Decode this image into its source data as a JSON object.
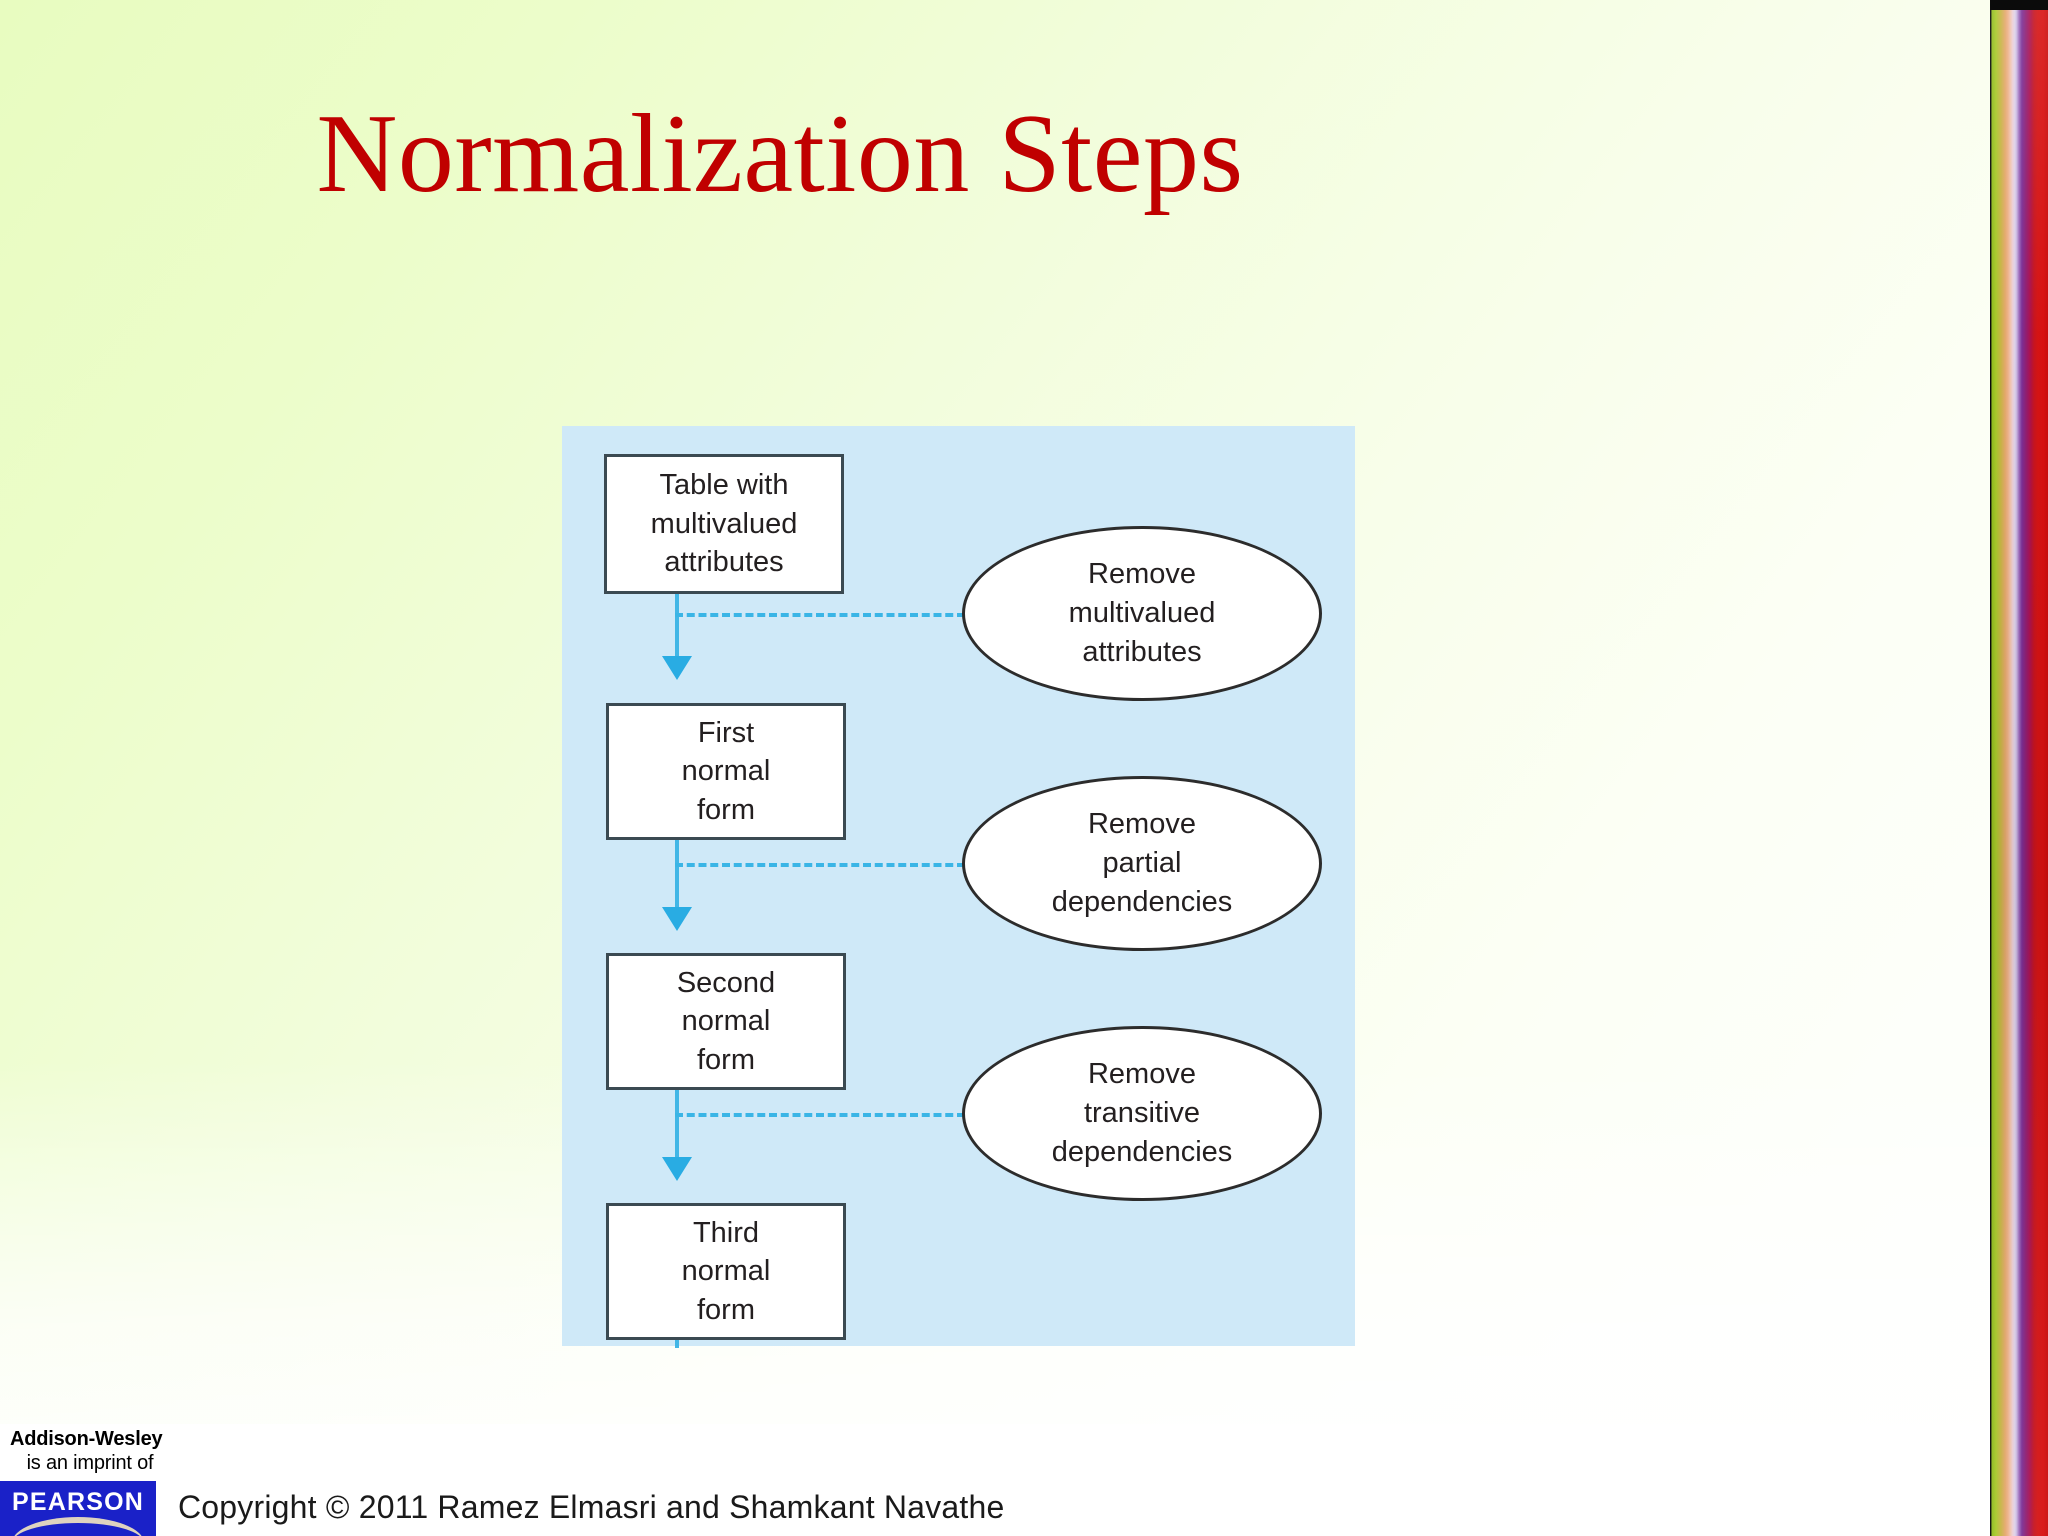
{
  "slide": {
    "title": "Normalization Steps",
    "title_color": "#c00000",
    "background_color": "#eafcc8"
  },
  "diagram": {
    "panel_color": "#cfe9f8",
    "accent_arrow_color": "#41b6e6",
    "box_border_color": "#3b4a52",
    "boxes": [
      {
        "id": "table-multivalued",
        "line1": "Table with",
        "line2": "multivalued",
        "line3": "attributes"
      },
      {
        "id": "first-normal-form",
        "line1": "First",
        "line2": "normal",
        "line3": "form"
      },
      {
        "id": "second-normal-form",
        "line1": "Second",
        "line2": "normal",
        "line3": "form"
      },
      {
        "id": "third-normal-form",
        "line1": "Third",
        "line2": "normal",
        "line3": "form"
      }
    ],
    "ellipses": [
      {
        "id": "remove-multivalued-attributes",
        "line1": "Remove",
        "line2": "multivalued",
        "line3": "attributes"
      },
      {
        "id": "remove-partial-dependencies",
        "line1": "Remove",
        "line2": "partial",
        "line3": "dependencies"
      },
      {
        "id": "remove-transitive-dependencies",
        "line1": "Remove",
        "line2": "transitive",
        "line3": "dependencies"
      }
    ]
  },
  "footer": {
    "imprint_name": "Addison-Wesley",
    "imprint_sub": "is an imprint of",
    "publisher": "PEARSON",
    "publisher_color": "#1a21c8",
    "copyright": "Copyright © 2011 Ramez Elmasri and Shamkant Navathe"
  }
}
